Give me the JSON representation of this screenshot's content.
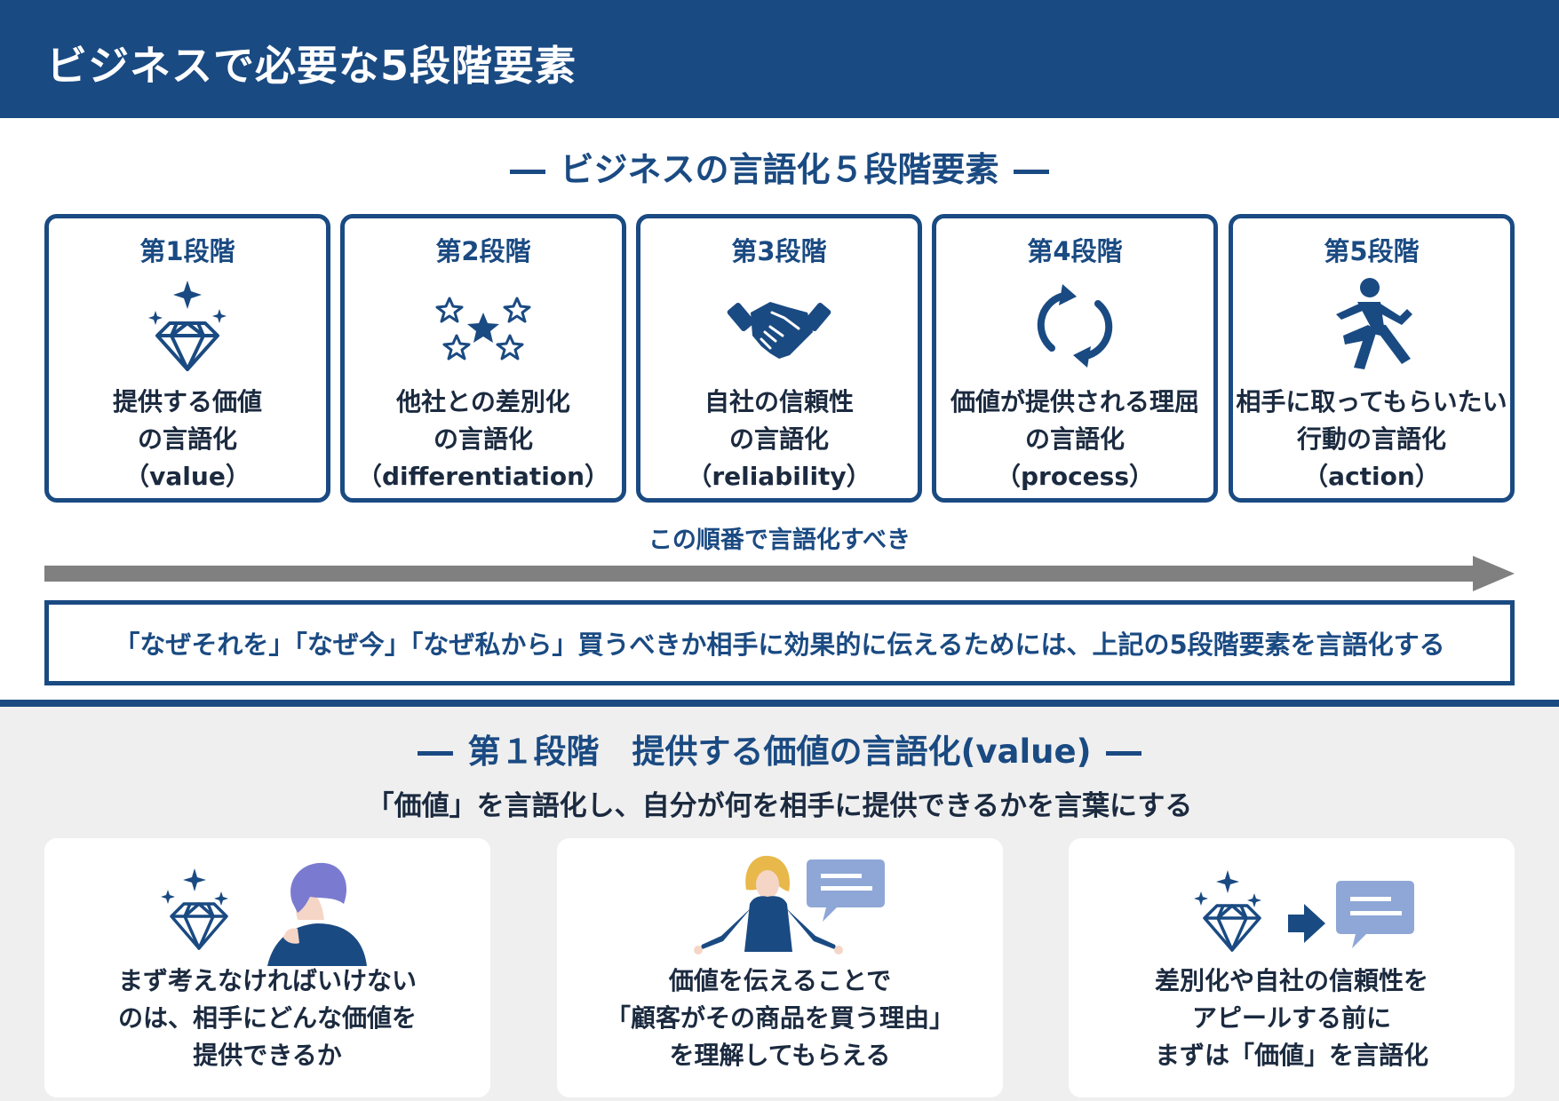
{
  "header": {
    "title": "ビジネスで必要な5段階要素"
  },
  "upper_section": {
    "title": "ビジネスの言語化５段階要素"
  },
  "steps": [
    {
      "title": "第1段階",
      "icon": "diamond-sparkle-icon",
      "lines": [
        "提供する価値",
        "の言語化",
        "（value）"
      ]
    },
    {
      "title": "第2段階",
      "icon": "stars-icon",
      "lines": [
        "他社との差別化",
        "の言語化",
        "（differentiation）"
      ]
    },
    {
      "title": "第3段階",
      "icon": "handshake-icon",
      "lines": [
        "自社の信頼性",
        "の言語化",
        "（reliability）"
      ]
    },
    {
      "title": "第4段階",
      "icon": "refresh-cycle-icon",
      "lines": [
        "価値が提供される理屈",
        "の言語化",
        "（process）"
      ]
    },
    {
      "title": "第5段階",
      "icon": "running-person-icon",
      "lines": [
        "相手に取ってもらいたい",
        "行動の言語化",
        "（action）"
      ]
    }
  ],
  "order_label": "この順番で言語化すべき",
  "summary": "「なぜそれを」「なぜ今」「なぜ私から」買うべきか相手に効果的に伝えるためには、上記の5段階要素を言語化する",
  "lower_section": {
    "title": "第１段階　提供する価値の言語化(value)",
    "subtitle": "「価値」を言語化し、自分が何を相手に提供できるかを言葉にする",
    "cards": [
      {
        "illustration": "thinking-person-diamond-icon",
        "lines": [
          "まず考えなければいけない",
          "のは、相手にどんな価値を",
          "提供できるか"
        ]
      },
      {
        "illustration": "presenting-woman-speech-icon",
        "lines": [
          "価値を伝えることで",
          "「顧客がその商品を買う理由」",
          "を理解してもらえる"
        ]
      },
      {
        "illustration": "diamond-to-speech-icon",
        "lines": [
          "差別化や自社の信頼性を",
          "アピールする前に",
          "まずは「価値」を言語化"
        ]
      }
    ]
  },
  "colors": {
    "brand": "#1a4a82",
    "arrow": "#808080",
    "speech": "#8ea7d6",
    "hair": "#7a7bd0",
    "woman_hair": "#e8b84a"
  }
}
